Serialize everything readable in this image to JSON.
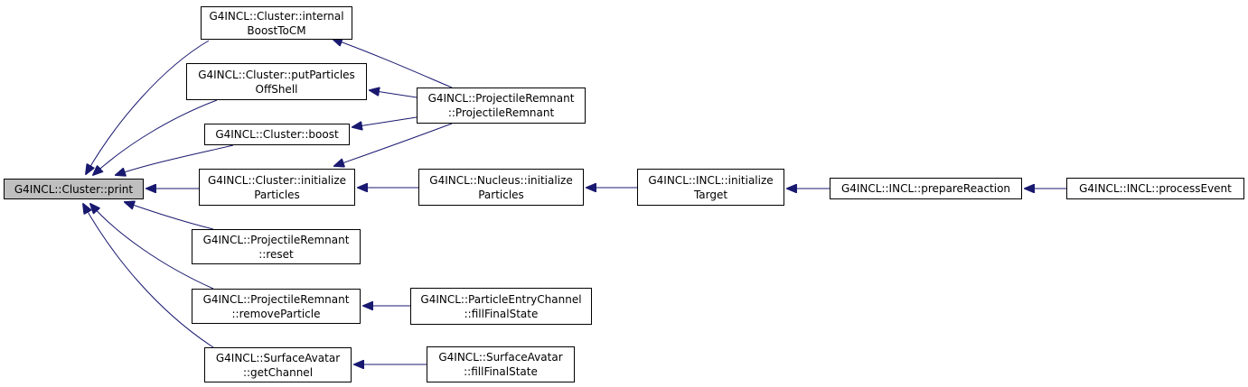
{
  "colors": {
    "edge": "#191970",
    "node_border": "#000000",
    "root_fill": "#bfbfbf",
    "node_fill": "#ffffff"
  },
  "nodes": {
    "print": {
      "lines": [
        "G4INCL::Cluster::print"
      ]
    },
    "internalBoost": {
      "lines": [
        "G4INCL::Cluster::internal",
        "BoostToCM"
      ]
    },
    "putParticles": {
      "lines": [
        "G4INCL::Cluster::putParticles",
        "OffShell"
      ]
    },
    "boost": {
      "lines": [
        "G4INCL::Cluster::boost"
      ]
    },
    "initParticles": {
      "lines": [
        "G4INCL::Cluster::initialize",
        "Particles"
      ]
    },
    "reset": {
      "lines": [
        "G4INCL::ProjectileRemnant",
        "::reset"
      ]
    },
    "removeParticle": {
      "lines": [
        "G4INCL::ProjectileRemnant",
        "::removeParticle"
      ]
    },
    "getChannel": {
      "lines": [
        "G4INCL::SurfaceAvatar",
        "::getChannel"
      ]
    },
    "prCtor": {
      "lines": [
        "G4INCL::ProjectileRemnant",
        "::ProjectileRemnant"
      ]
    },
    "nucleusInit": {
      "lines": [
        "G4INCL::Nucleus::initialize",
        "Particles"
      ]
    },
    "entryFill": {
      "lines": [
        "G4INCL::ParticleEntryChannel",
        "::fillFinalState"
      ]
    },
    "surfaceFill": {
      "lines": [
        "G4INCL::SurfaceAvatar",
        "::fillFinalState"
      ]
    },
    "initTarget": {
      "lines": [
        "G4INCL::INCL::initialize",
        "Target"
      ]
    },
    "prepare": {
      "lines": [
        "G4INCL::INCL::prepareReaction"
      ]
    },
    "process": {
      "lines": [
        "G4INCL::INCL::processEvent"
      ]
    }
  }
}
